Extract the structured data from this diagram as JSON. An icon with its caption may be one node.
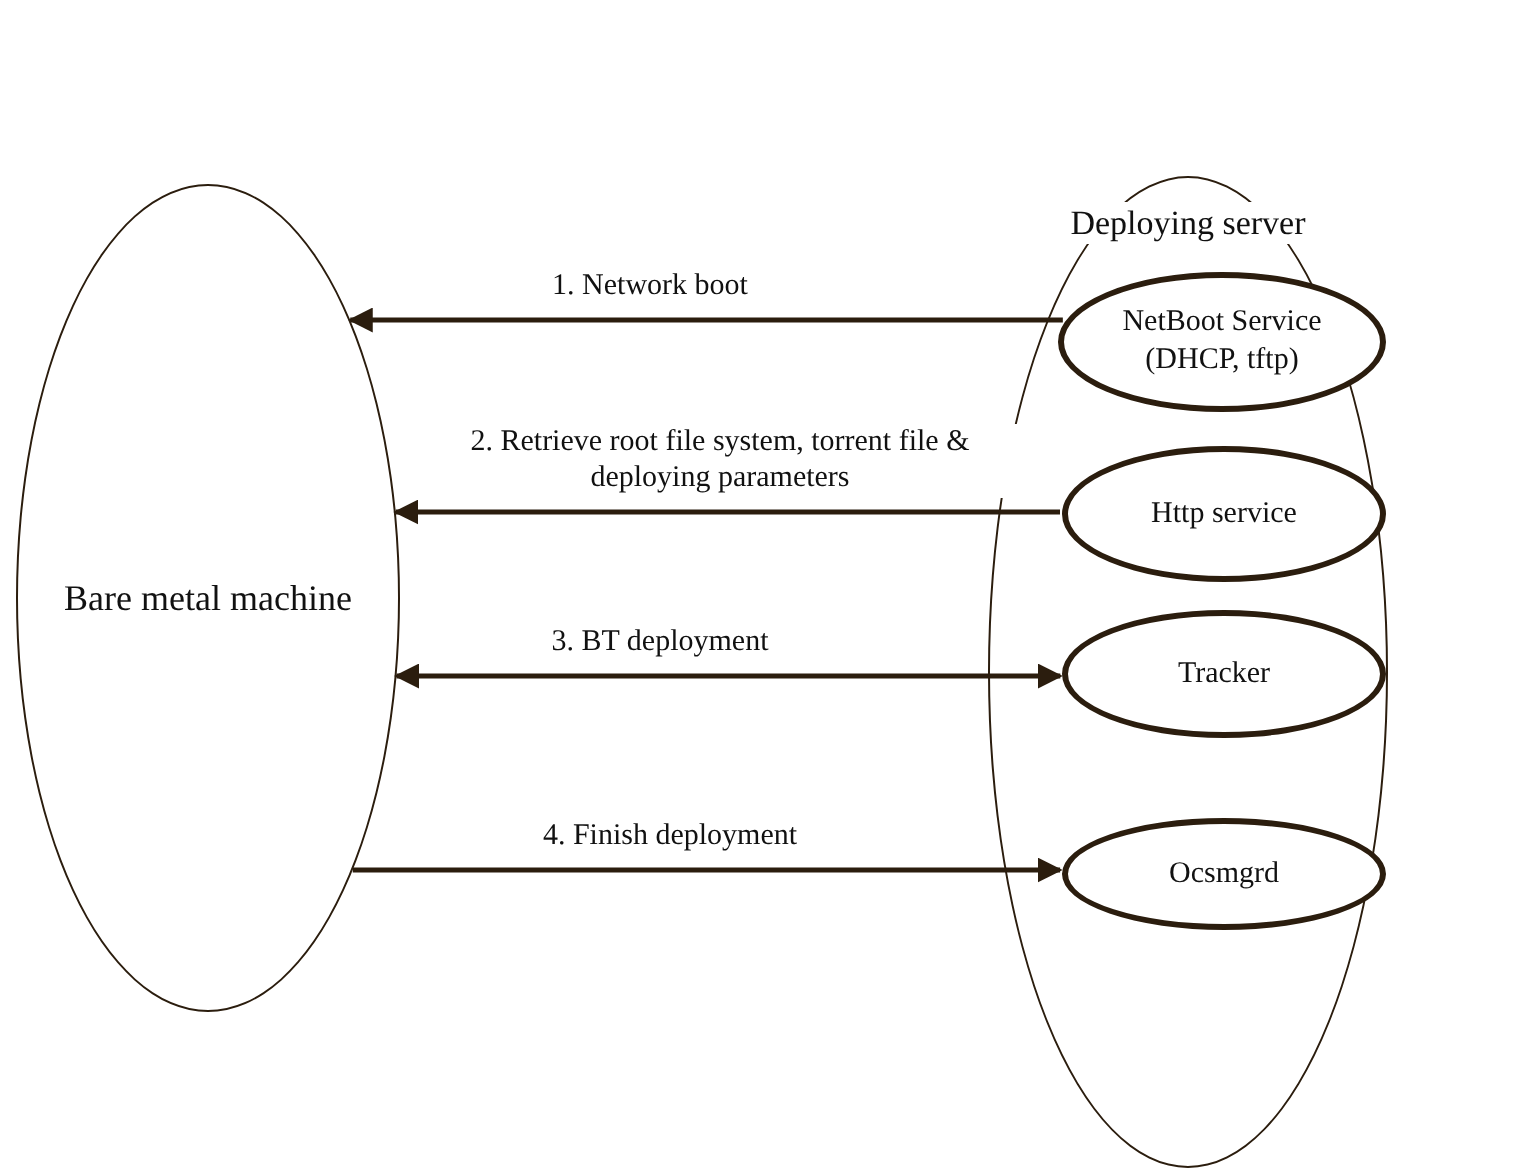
{
  "diagram": {
    "nodes": [
      {
        "text": [
          "Bare metal machine"
        ]
      },
      {
        "text": [
          "Deploying server"
        ]
      },
      {
        "text": [
          "NetBoot Service (DHCP, tftp)"
        ],
        "in": 1
      },
      {
        "text": [
          "Http service"
        ],
        "in": 1
      },
      {
        "text": [
          "Tracker"
        ],
        "in": 1
      },
      {
        "text": [
          "Ocsmgrd"
        ],
        "in": 1
      }
    ],
    "edges": [
      {
        "from": 2,
        "to": 0,
        "arrow": "to",
        "label": "1. Network boot"
      },
      {
        "from": 3,
        "to": 0,
        "arrow": "to",
        "label": "2. Retrieve root file system, torrent file & deploying parameters"
      },
      {
        "from": 4,
        "to": 0,
        "arrow": "both",
        "label": "3. BT deployment"
      },
      {
        "from": 0,
        "to": 5,
        "arrow": "to",
        "label": "4. Finish deployment"
      }
    ]
  }
}
